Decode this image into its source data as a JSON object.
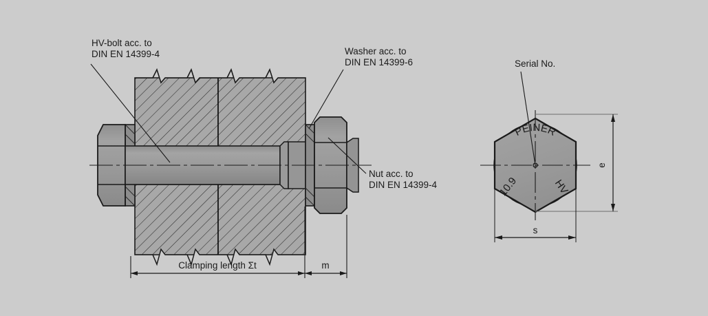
{
  "page": {
    "background_color": "#cccccc",
    "line_color": "#1a1a1a",
    "metal_fill": "#9a9a9a",
    "plate_fill": "#a6a6a6",
    "washer_fill": "#8f8f8f"
  },
  "callouts": {
    "bolt": {
      "line1": "HV-bolt acc. to",
      "line2": "DIN EN 14399-4"
    },
    "washer": {
      "line1": "Washer acc. to",
      "line2": "DIN EN 14399-6"
    },
    "nut": {
      "line1": "Nut acc. to",
      "line2": "DIN EN 14399-4"
    },
    "serial": {
      "line1": "Serial No."
    }
  },
  "dimensions": {
    "clamping_length": "Clamping length Σt",
    "nut_height": "m",
    "across_corners": "e",
    "across_flats": "s"
  },
  "head_markings": {
    "manufacturer": "PEINER",
    "grade": "10.9",
    "type": "HV"
  }
}
